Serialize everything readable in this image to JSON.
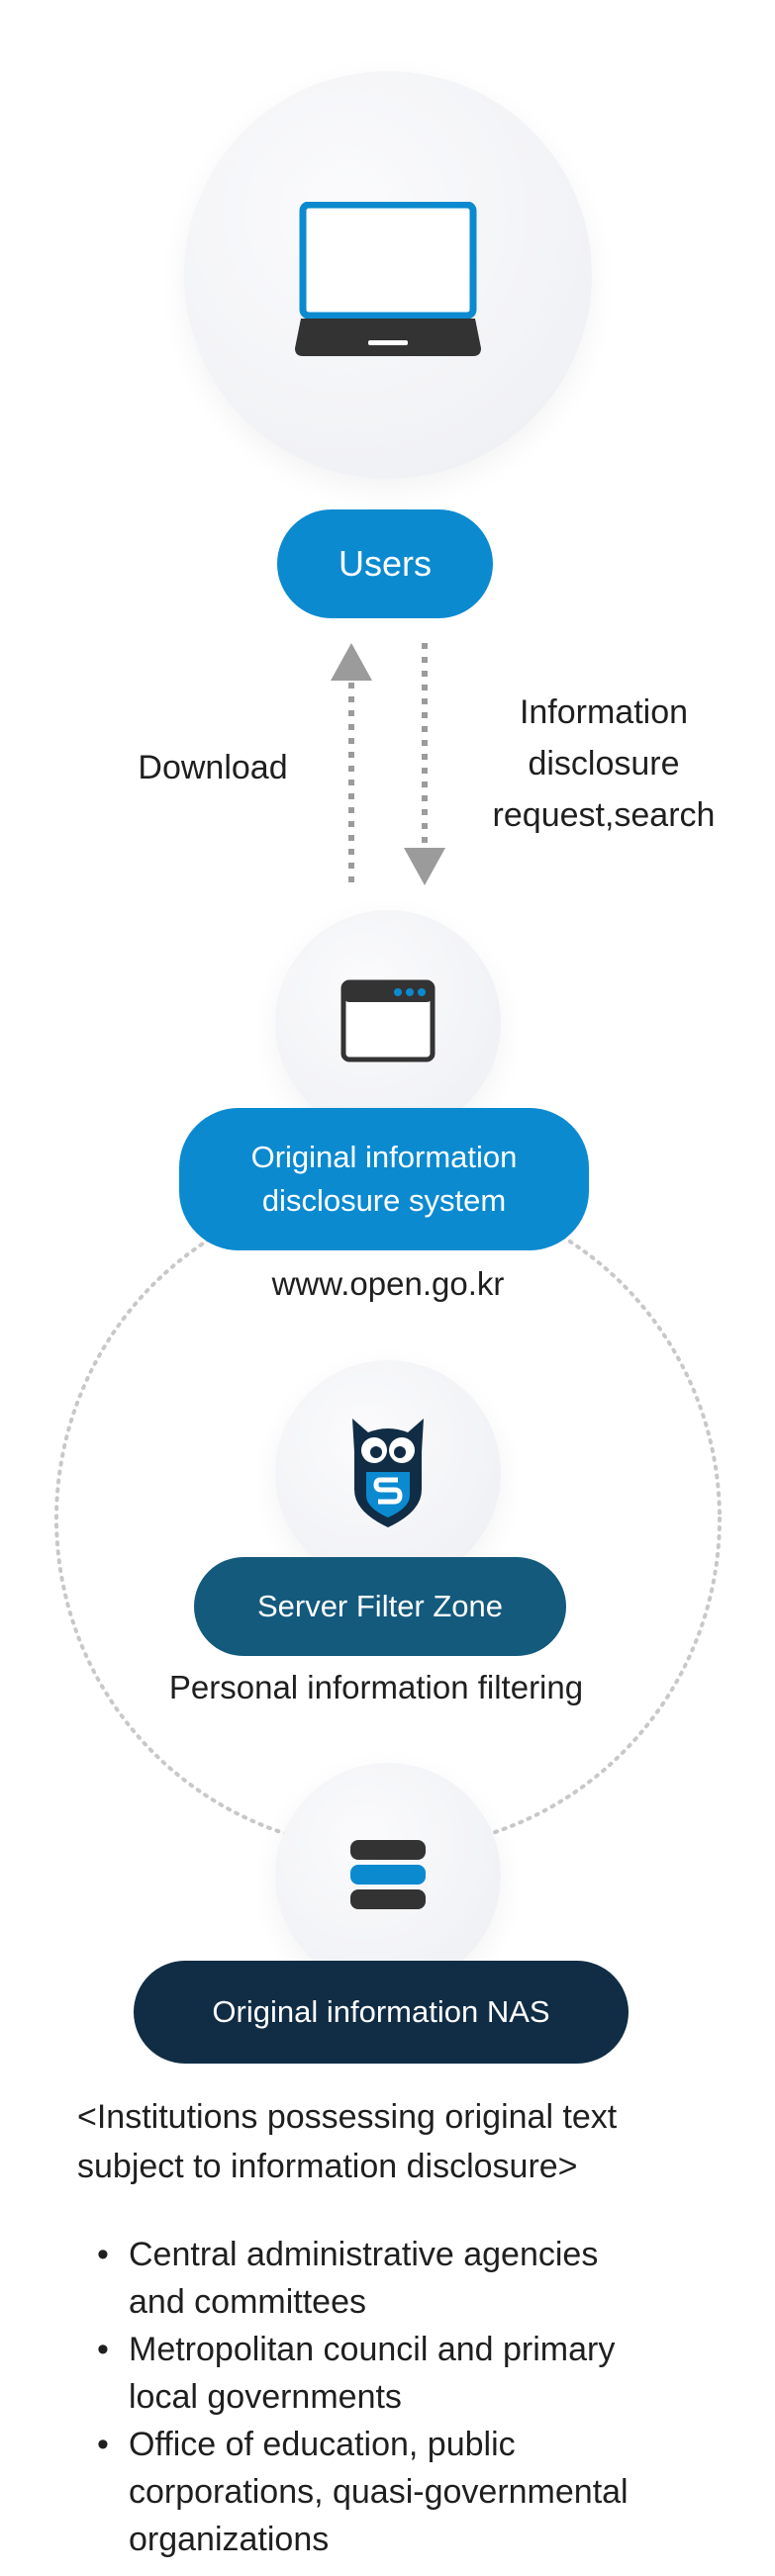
{
  "nodes": {
    "users": {
      "label": "Users"
    },
    "system": {
      "label_line1": "Original information",
      "label_line2": "disclosure system",
      "url": "www.open.go.kr"
    },
    "filter": {
      "label": "Server Filter Zone",
      "caption": "Personal information filtering"
    },
    "nas": {
      "label": "Original information NAS"
    }
  },
  "flows": {
    "up_label": "Download",
    "down_label_line1": "Information",
    "down_label_line2": "disclosure",
    "down_label_line3": "request,search"
  },
  "institutions": {
    "heading_line1": "<Institutions possessing original text",
    "heading_line2": "subject to information disclosure>",
    "items": [
      {
        "line1": "Central administrative agencies",
        "line2": "and committees"
      },
      {
        "line1": "Metropolitan council and primary",
        "line2": "local governments"
      },
      {
        "line1": "Office of education, public",
        "line2": "corporations, quasi-governmental",
        "line3": "organizations"
      }
    ]
  },
  "colors": {
    "blue": "#0b8ad0",
    "teal": "#135a7d",
    "navy": "#102d45",
    "arrow": "#9b9b9b"
  },
  "icons": [
    "laptop-icon",
    "browser-window-icon",
    "owl-shield-icon",
    "database-icon"
  ]
}
